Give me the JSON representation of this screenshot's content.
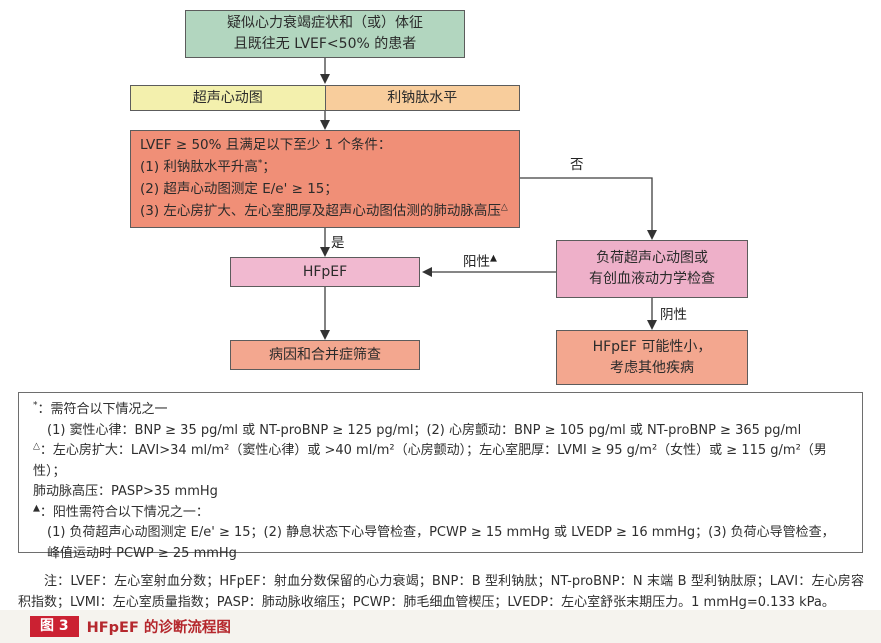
{
  "flowchart": {
    "start_box": {
      "line1": "疑似心力衰竭症状和（或）体征",
      "line2": "且既往无 LVEF<50% 的患者"
    },
    "echo_label": "超声心动图",
    "natriuretic_label": "利钠肽水平",
    "criteria_box": {
      "title": "LVEF ≥ 50% 且满足以下至少 1 个条件：",
      "item1_pre": "(1) 利钠肽水平升高",
      "item1_sup": "*",
      "item1_post": "；",
      "item2": "(2) 超声心动图测定 E/e' ≥ 15；",
      "item3_pre": "(3) 左心房扩大、左心室肥厚及超声心动图估测的肺动脉高压",
      "item3_sup": "△"
    },
    "labels": {
      "yes": "是",
      "no": "否",
      "positive": "阳性",
      "positive_sup": "▲",
      "negative": "阴性"
    },
    "hfpef_box": "HFpEF",
    "etiology_box": "病因和合并症筛查",
    "stress_box": {
      "line1": "负荷超声心动图或",
      "line2": "有创血液动力学检查"
    },
    "unlikely_box": {
      "line1": "HFpEF 可能性小，",
      "line2": "考虑其他疾病"
    }
  },
  "footnotes": {
    "star_marker": "*",
    "star_head": "：需符合以下情况之一",
    "star_detail": "(1) 窦性心律：BNP ≥ 35 pg/ml 或 NT-proBNP ≥ 125 pg/ml；(2) 心房颤动：BNP ≥ 105 pg/ml 或 NT-proBNP ≥ 365 pg/ml",
    "triangle_marker": "△",
    "triangle_detail": "：左心房扩大：LAVI>34 ml/m²（窦性心律）或 >40 ml/m²（心房颤动）；左心室肥厚：LVMI ≥ 95 g/m²（女性）或 ≥ 115 g/m²（男性）；",
    "triangle_detail2": "肺动脉高压：PASP>35 mmHg",
    "filled_marker": "▲",
    "filled_head": "：阳性需符合以下情况之一：",
    "filled_detail": "(1) 负荷超声心动图测定 E/e' ≥ 15；(2) 静息状态下心导管检查，PCWP ≥ 15 mmHg 或 LVEDP ≥ 16 mmHg；(3) 负荷心导管检查，",
    "filled_detail2": "峰值运动时 PCWP ≥ 25 mmHg"
  },
  "note": "注：LVEF：左心室射血分数；HFpEF：射血分数保留的心力衰竭；BNP：B 型利钠肽；NT-proBNP：N 末端 B 型利钠肽原；LAVI：左心房容积指数；LVMI：左心室质量指数；PASP：肺动脉收缩压；PCWP：肺毛细血管楔压；LVEDP：左心室舒张末期压力。1 mmHg=0.133 kPa。",
  "caption": {
    "badge": "图 3",
    "title": "HFpEF 的诊断流程图"
  },
  "colors": {
    "start_fill": "#b2d6bf",
    "echo_fill": "#f3f0ad",
    "natriuretic_fill": "#f8cd9c",
    "criteria_fill": "#f08f77",
    "hfpef_fill": "#f1b9d0",
    "stress_fill": "#eeb0c9",
    "salmon_fill": "#f3a78f",
    "caption_red": "#cb2132"
  }
}
